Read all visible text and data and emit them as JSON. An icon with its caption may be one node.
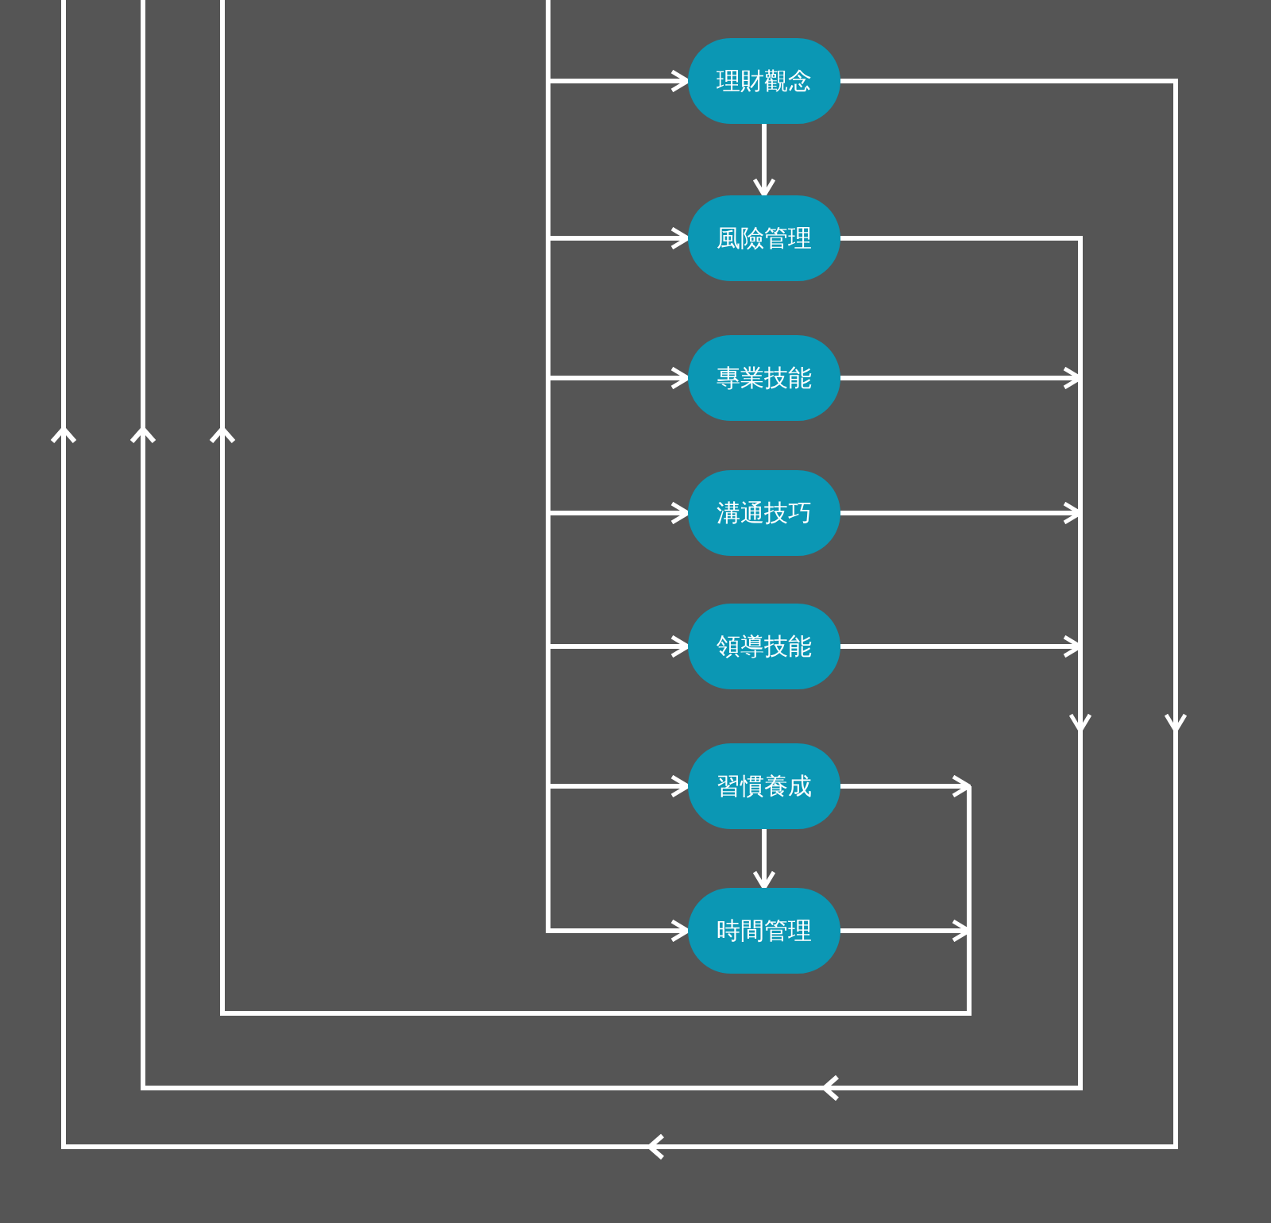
{
  "diagram": {
    "nodes": [
      {
        "text": [
          "理財觀念"
        ]
      },
      {
        "text": [
          "風險管理"
        ]
      },
      {
        "text": [
          "專業技能"
        ]
      },
      {
        "text": [
          "溝通技巧"
        ]
      },
      {
        "text": [
          "領導技能"
        ]
      },
      {
        "text": [
          "習慣養成"
        ]
      },
      {
        "text": [
          "時間管理"
        ]
      }
    ],
    "edges": [
      {
        "from": null,
        "to": 0,
        "arrow": "to"
      },
      {
        "from": null,
        "to": 1,
        "arrow": "to"
      },
      {
        "from": null,
        "to": 2,
        "arrow": "to"
      },
      {
        "from": null,
        "to": 3,
        "arrow": "to"
      },
      {
        "from": null,
        "to": 4,
        "arrow": "to"
      },
      {
        "from": null,
        "to": 5,
        "arrow": "to"
      },
      {
        "from": null,
        "to": 6,
        "arrow": "to"
      },
      {
        "from": 0,
        "to": 1,
        "arrow": "to"
      },
      {
        "from": 5,
        "to": 6,
        "arrow": "to"
      },
      {
        "from": 0,
        "to": null,
        "arrow": "to"
      },
      {
        "from": 1,
        "to": null,
        "arrow": "to"
      },
      {
        "from": 2,
        "to": null,
        "arrow": "to"
      },
      {
        "from": 3,
        "to": null,
        "arrow": "to"
      },
      {
        "from": 4,
        "to": null,
        "arrow": "to"
      },
      {
        "from": 5,
        "to": null,
        "arrow": "to"
      },
      {
        "from": 6,
        "to": null,
        "arrow": "to"
      }
    ]
  }
}
